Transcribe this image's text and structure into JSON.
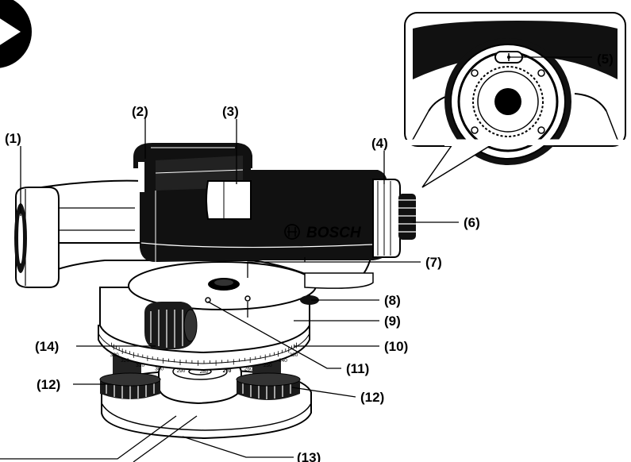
{
  "brand": "BOSCH",
  "callouts": {
    "c1": "(1)",
    "c2": "(2)",
    "c3": "(3)",
    "c4": "(4)",
    "c5": "(5)",
    "c6": "(6)",
    "c7": "(7)",
    "c8": "(8)",
    "c9": "(9)",
    "c10": "(10)",
    "c11": "(11)",
    "c12a": "(12)",
    "c12b": "(12)",
    "c13": "(13)",
    "c14": "(14)"
  },
  "scale": [
    "330",
    "320",
    "310",
    "300",
    "290",
    "280",
    "270",
    "260",
    "250",
    "240",
    "230"
  ],
  "colors": {
    "ink": "#000000",
    "paper": "#ffffff",
    "shade": "#1a1a1a"
  }
}
